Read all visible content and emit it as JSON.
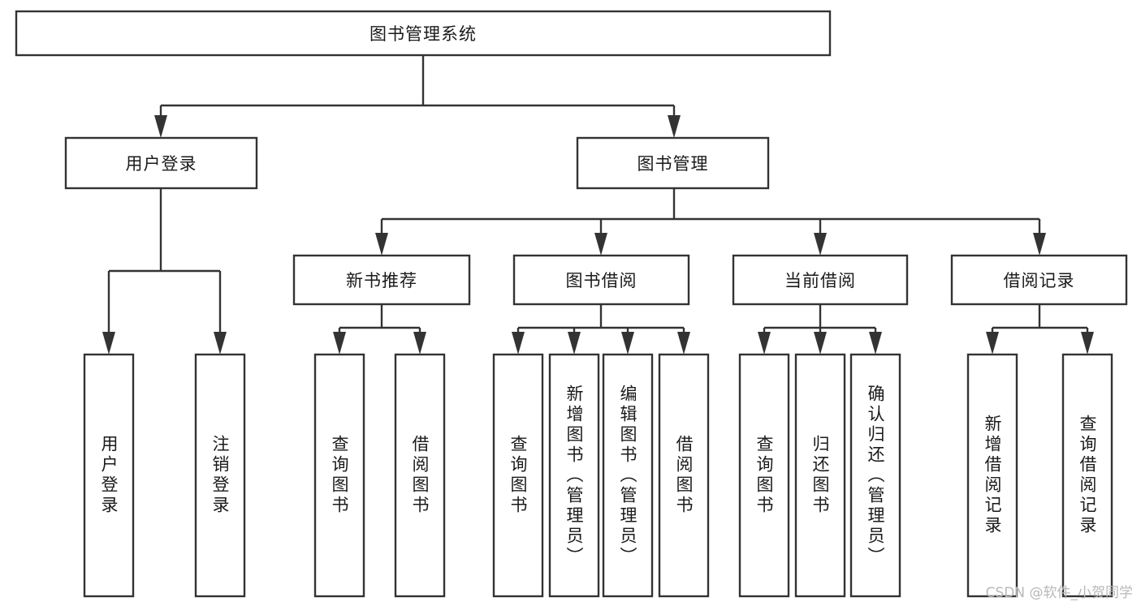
{
  "diagram": {
    "title": "图书管理系统",
    "type": "tree-hierarchy",
    "root": {
      "label": "图书管理系统"
    },
    "level2": [
      {
        "label": "用户登录"
      },
      {
        "label": "图书管理"
      }
    ],
    "level3": [
      {
        "label": "新书推荐"
      },
      {
        "label": "图书借阅"
      },
      {
        "label": "当前借阅"
      },
      {
        "label": "借阅记录"
      }
    ],
    "leaves": {
      "user_login": [
        {
          "label": "用户登录"
        },
        {
          "label": "注销登录"
        }
      ],
      "new_book_recommend": [
        {
          "label": "查询图书"
        },
        {
          "label": "借阅图书"
        }
      ],
      "book_borrow": [
        {
          "label": "查询图书"
        },
        {
          "label": "新增图书（管理员）"
        },
        {
          "label": "编辑图书（管理员）"
        },
        {
          "label": "借阅图书"
        }
      ],
      "current_borrow": [
        {
          "label": "查询图书"
        },
        {
          "label": "归还图书"
        },
        {
          "label": "确认归还（管理员）"
        }
      ],
      "borrow_record": [
        {
          "label": "新增借阅记录"
        },
        {
          "label": "查询借阅记录"
        }
      ]
    }
  },
  "watermark": {
    "text": "CSDN @软件_小贺同学"
  },
  "colors": {
    "stroke": "#333333",
    "fill": "#ffffff",
    "text": "#1a1a1a",
    "watermark": "#b8b8b8"
  }
}
